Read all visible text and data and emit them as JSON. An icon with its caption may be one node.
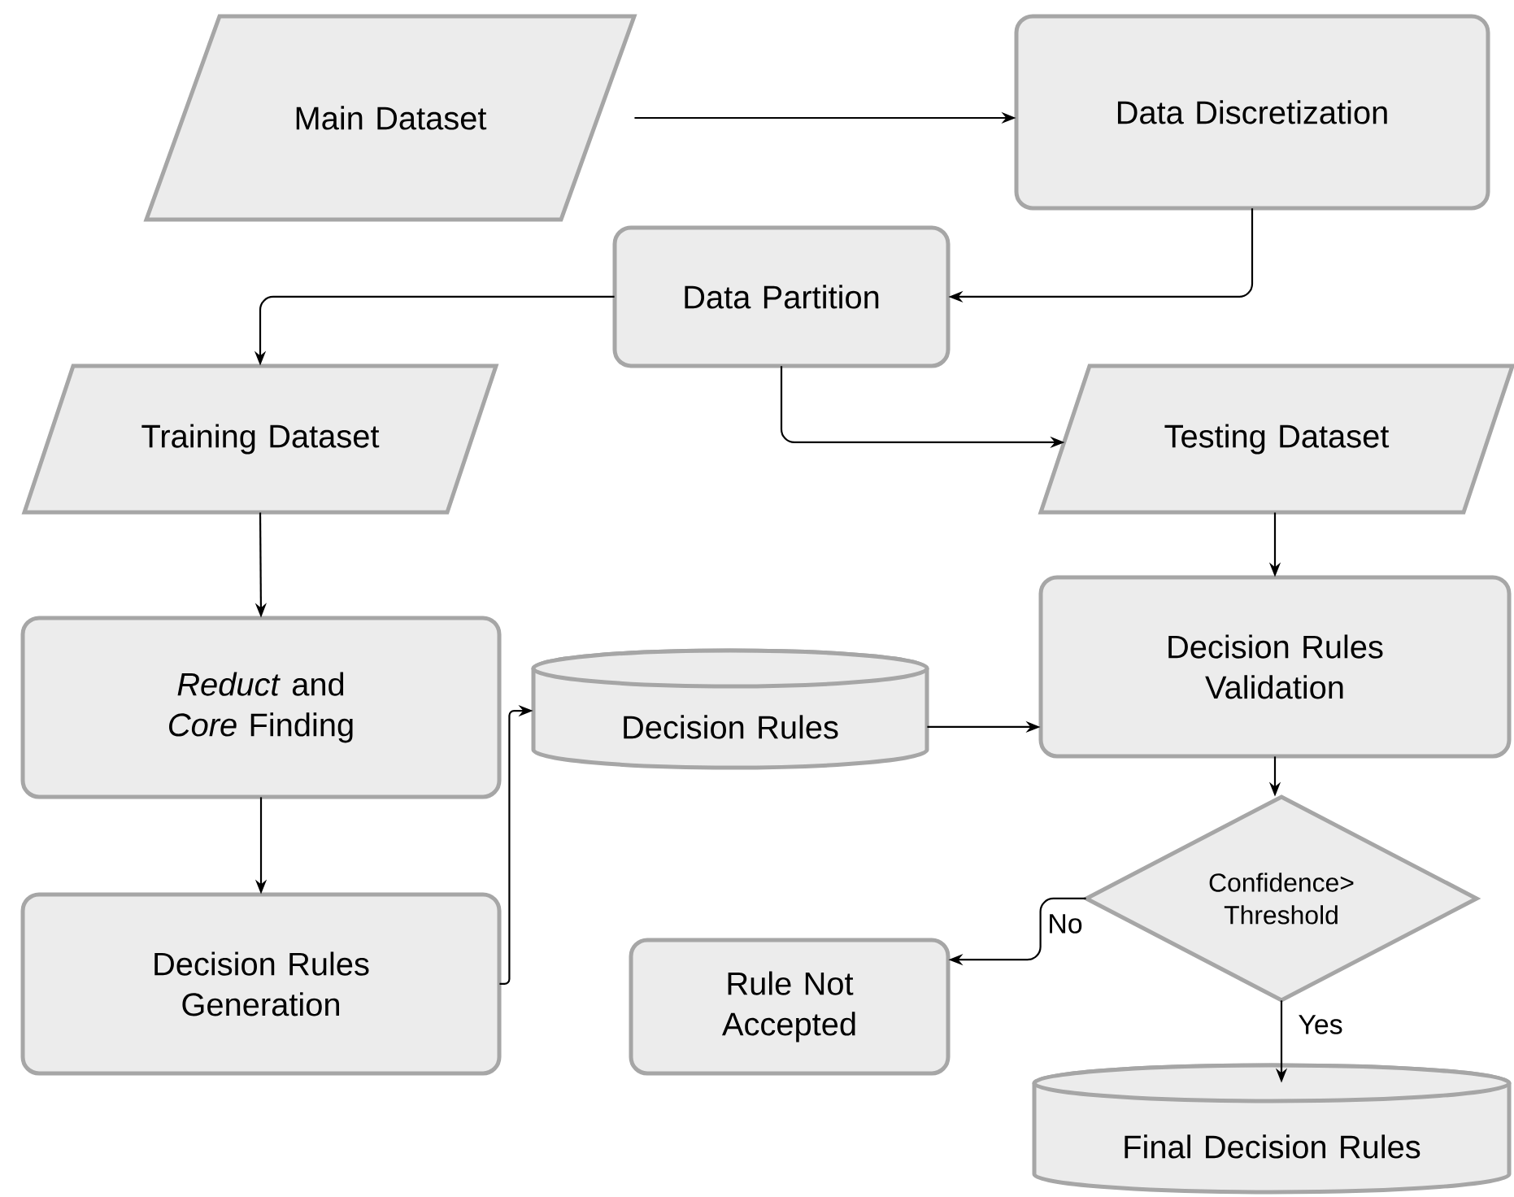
{
  "diagram": {
    "nodes": [
      {
        "text": [
          "Main Dataset"
        ]
      },
      {
        "text": [
          "Data Discretization"
        ]
      },
      {
        "text": [
          "Data Partition"
        ]
      },
      {
        "text": [
          "Training Dataset"
        ]
      },
      {
        "text": [
          "Testing Dataset"
        ]
      },
      {
        "text": [
          "*Reduct* and *Core* Finding"
        ]
      },
      {
        "text": [
          "Decision Rules"
        ]
      },
      {
        "text": [
          "Decision Rules Validation"
        ]
      },
      {
        "text": [
          "Decision Rules Generation"
        ]
      },
      {
        "text": [
          "Confidence> Threshold"
        ]
      },
      {
        "text": [
          "Rule Not Accepted"
        ]
      },
      {
        "text": [
          "Final Decision Rules"
        ]
      }
    ],
    "edges": [
      {
        "from": 0,
        "to": 1,
        "arrow": "to"
      },
      {
        "from": 1,
        "to": 2,
        "arrow": "to"
      },
      {
        "from": 2,
        "to": 3,
        "arrow": "to"
      },
      {
        "from": 2,
        "to": 4,
        "arrow": "to"
      },
      {
        "from": 3,
        "to": 5,
        "arrow": "to"
      },
      {
        "from": 5,
        "to": 8,
        "arrow": "to"
      },
      {
        "from": 8,
        "to": 6,
        "arrow": "to"
      },
      {
        "from": 6,
        "to": 7,
        "arrow": "to"
      },
      {
        "from": 4,
        "to": 7,
        "arrow": "to"
      },
      {
        "from": 7,
        "to": 9,
        "arrow": "to"
      },
      {
        "from": 9,
        "to": 10,
        "arrow": "to",
        "label": "No"
      },
      {
        "from": 9,
        "to": 11,
        "arrow": "to",
        "label": "Yes"
      }
    ]
  }
}
